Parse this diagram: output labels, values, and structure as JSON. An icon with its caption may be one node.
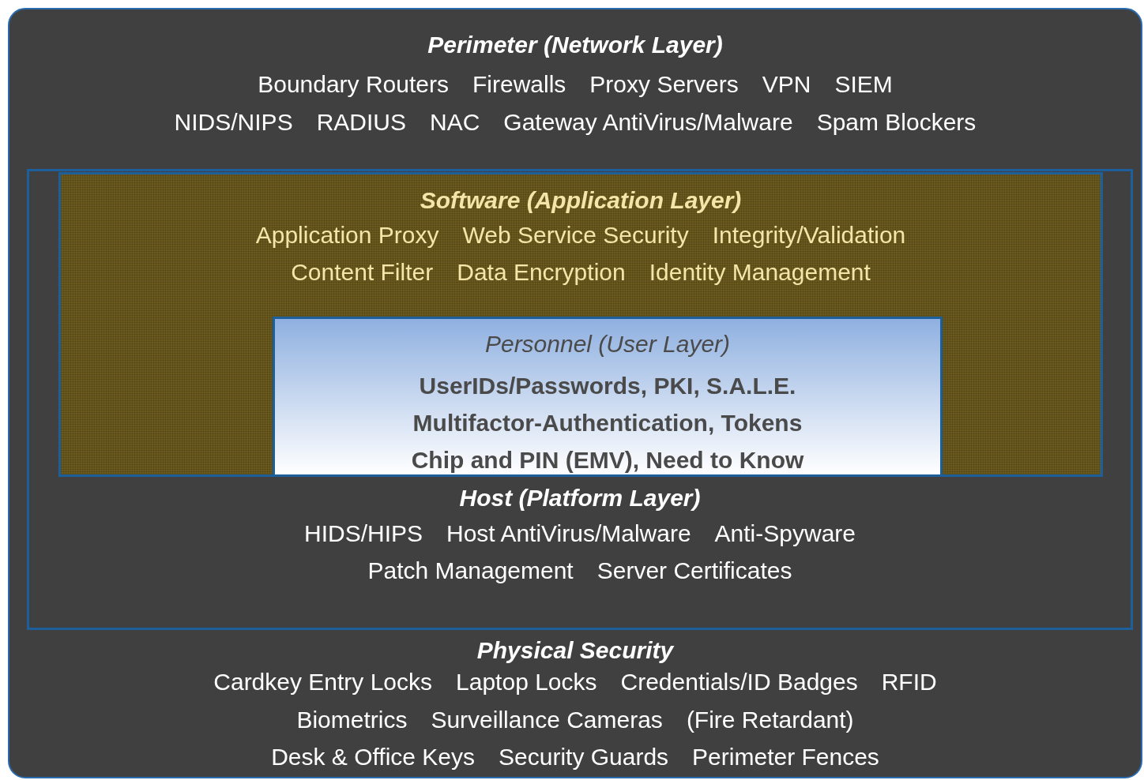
{
  "diagram": {
    "nodes": [
      {
        "text": [
          "Perimeter (Network Layer)",
          "Boundary Routers",
          "Firewalls",
          "Proxy Servers",
          "VPN",
          "SIEM",
          "NIDS/NIPS",
          "RADIUS",
          "NAC",
          "Gateway AntiVirus/Malware",
          "Spam Blockers",
          "Physical Security",
          "Cardkey Entry Locks",
          "Laptop Locks",
          "Credentials/ID Badges",
          "RFID",
          "Biometrics",
          "Surveillance Cameras",
          "(Fire Retardant)",
          "Desk & Office Keys",
          "Security Guards",
          "Perimeter Fences"
        ]
      },
      {
        "text": [
          "Host (Platform Layer)",
          "HIDS/HIPS",
          "Host AntiVirus/Malware",
          "Anti-Spyware",
          "Patch Management",
          "Server Certificates"
        ],
        "in": 0
      },
      {
        "text": [
          "Software (Application Layer)",
          "Application Proxy",
          "Web Service Security",
          "Integrity/Validation",
          "Content Filter",
          "Data Encryption",
          "Identity Management"
        ],
        "in": 1
      },
      {
        "text": [
          "Personnel (User Layer)",
          "UserIDs/Passwords, PKI, S.A.L.E.",
          "Multifactor-Authentication, Tokens",
          "Chip and PIN (EMV), Need to Know"
        ],
        "in": 2
      }
    ]
  }
}
